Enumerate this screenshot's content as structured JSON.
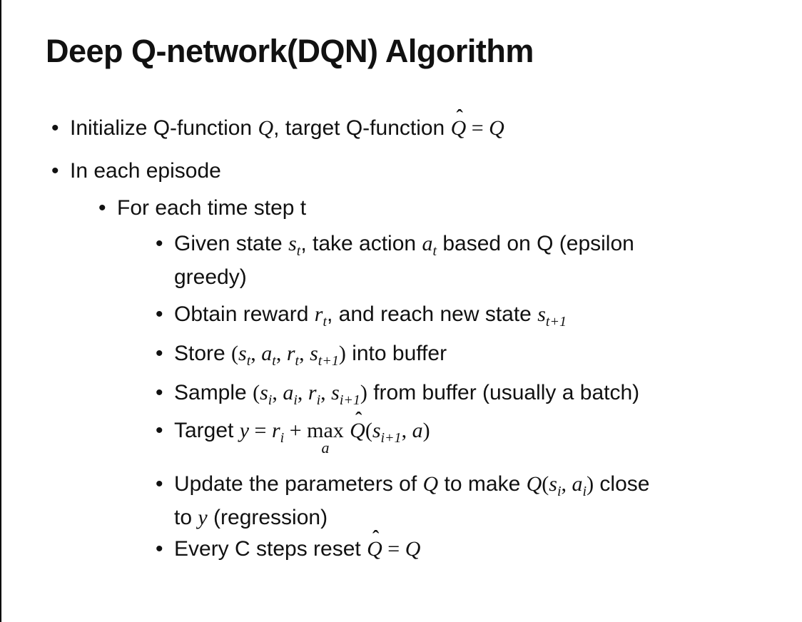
{
  "slide": {
    "title": "Deep Q-network(DQN) Algorithm",
    "bullet_glyph": "•",
    "hat_glyph": "ˆ",
    "colors": {
      "text": "#111111",
      "background": "#ffffff",
      "edge_line": "#000000"
    },
    "bullets": [
      {
        "level": 1,
        "segments": [
          [
            "t",
            "Initialize Q-function "
          ],
          [
            "i",
            "Q"
          ],
          [
            "t",
            ", target Q-function "
          ],
          [
            "h",
            "Q"
          ],
          [
            "r",
            " = "
          ],
          [
            "i",
            "Q"
          ]
        ]
      },
      {
        "level": 1,
        "segments": [
          [
            "t",
            "In each episode"
          ]
        ]
      },
      {
        "level": 2,
        "segments": [
          [
            "t",
            "For each time step t"
          ]
        ]
      },
      {
        "level": 3,
        "segments": [
          [
            "t",
            "Given state "
          ],
          [
            "i",
            "s"
          ],
          [
            "s",
            "t"
          ],
          [
            "t",
            ", take action "
          ],
          [
            "i",
            "a"
          ],
          [
            "s",
            "t"
          ],
          [
            "t",
            " based on Q (epsilon"
          ],
          [
            "br",
            ""
          ],
          [
            "t",
            "greedy)"
          ]
        ]
      },
      {
        "level": 3,
        "segments": [
          [
            "t",
            "Obtain reward "
          ],
          [
            "i",
            "r"
          ],
          [
            "s",
            "t"
          ],
          [
            "t",
            ", and reach new state "
          ],
          [
            "i",
            "s"
          ],
          [
            "s",
            "t+1"
          ]
        ]
      },
      {
        "level": 3,
        "segments": [
          [
            "t",
            "Store "
          ],
          [
            "r",
            "("
          ],
          [
            "i",
            "s"
          ],
          [
            "s",
            "t"
          ],
          [
            "r",
            ", "
          ],
          [
            "i",
            "a"
          ],
          [
            "s",
            "t"
          ],
          [
            "r",
            ", "
          ],
          [
            "i",
            "r"
          ],
          [
            "s",
            "t"
          ],
          [
            "r",
            ", "
          ],
          [
            "i",
            "s"
          ],
          [
            "s",
            "t+1"
          ],
          [
            "r",
            ")"
          ],
          [
            "t",
            " into buffer"
          ]
        ]
      },
      {
        "level": 3,
        "segments": [
          [
            "t",
            "Sample "
          ],
          [
            "r",
            "("
          ],
          [
            "i",
            "s"
          ],
          [
            "s",
            "i"
          ],
          [
            "r",
            ", "
          ],
          [
            "i",
            "a"
          ],
          [
            "s",
            "i"
          ],
          [
            "r",
            ", "
          ],
          [
            "i",
            "r"
          ],
          [
            "s",
            "i"
          ],
          [
            "r",
            ", "
          ],
          [
            "i",
            "s"
          ],
          [
            "s",
            "i+1"
          ],
          [
            "r",
            ")"
          ],
          [
            "t",
            " from buffer (usually a batch)"
          ]
        ]
      },
      {
        "level": 3,
        "segments": [
          [
            "t",
            "Target "
          ],
          [
            "i",
            "y"
          ],
          [
            "r",
            " = "
          ],
          [
            "i",
            "r"
          ],
          [
            "s",
            "i"
          ],
          [
            "r",
            " + "
          ],
          [
            "u",
            "max",
            "a"
          ],
          [
            "t",
            " "
          ],
          [
            "h",
            "Q"
          ],
          [
            "r",
            "("
          ],
          [
            "i",
            "s"
          ],
          [
            "s",
            "i+1"
          ],
          [
            "r",
            ", "
          ],
          [
            "i",
            "a"
          ],
          [
            "r",
            ")"
          ]
        ]
      },
      {
        "level": 3,
        "segments": [
          [
            "t",
            "Update the parameters of "
          ],
          [
            "i",
            "Q"
          ],
          [
            "t",
            " to make "
          ],
          [
            "i",
            "Q"
          ],
          [
            "r",
            "("
          ],
          [
            "i",
            "s"
          ],
          [
            "s",
            "i"
          ],
          [
            "r",
            ", "
          ],
          [
            "i",
            "a"
          ],
          [
            "s",
            "i"
          ],
          [
            "r",
            ")"
          ],
          [
            "t",
            " close"
          ],
          [
            "br",
            ""
          ],
          [
            "t",
            "to "
          ],
          [
            "i",
            "y"
          ],
          [
            "t",
            " (regression)"
          ]
        ]
      },
      {
        "level": 3,
        "segments": [
          [
            "t",
            "Every C steps reset "
          ],
          [
            "h",
            "Q"
          ],
          [
            "r",
            " = "
          ],
          [
            "i",
            "Q"
          ]
        ]
      }
    ]
  }
}
